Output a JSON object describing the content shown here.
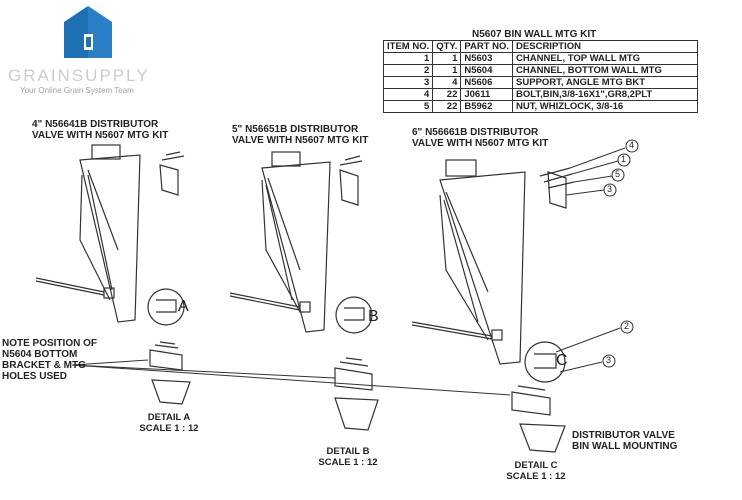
{
  "logo": {
    "brand": "GRAINSUPPLY",
    "tagline": "Your Online Grain System Team",
    "color": "#1f6fb5"
  },
  "table": {
    "title": "N5607 BIN WALL MTG KIT",
    "headers": [
      "ITEM NO.",
      "QTY.",
      "PART NO.",
      "DESCRIPTION"
    ],
    "rows": [
      [
        "1",
        "1",
        "N5603",
        "CHANNEL, TOP WALL MTG"
      ],
      [
        "2",
        "1",
        "N5604",
        "CHANNEL, BOTTOM WALL MTG"
      ],
      [
        "3",
        "4",
        "N5606",
        "SUPPORT, ANGLE MTG BKT"
      ],
      [
        "4",
        "22",
        "J0611",
        "BOLT,BIN,3/8-16X1\",GR8,2PLT"
      ],
      [
        "5",
        "22",
        "B5962",
        "NUT, WHIZLOCK, 3/8-16"
      ]
    ]
  },
  "valves": {
    "v4_line1": "4\" N56641B DISTRIBUTOR",
    "v4_line2": "VALVE WITH N5607 MTG KIT",
    "v5_line1": "5\" N56651B DISTRIBUTOR",
    "v5_line2": "VALVE WITH N5607 MTG KIT",
    "v6_line1": "6\" N56661B DISTRIBUTOR",
    "v6_line2": "VALVE WITH N5607 MTG KIT"
  },
  "note": {
    "line1": "NOTE POSITION OF",
    "line2": "N5604 BOTTOM",
    "line3": "BRACKET & MTG",
    "line4": "HOLES USED"
  },
  "details": {
    "a_title": "DETAIL A",
    "a_scale": "SCALE 1 : 12",
    "b_title": "DETAIL B",
    "b_scale": "SCALE 1 : 12",
    "c_title": "DETAIL C",
    "c_scale": "SCALE 1 : 12"
  },
  "callouts": {
    "a": "A",
    "b": "B",
    "c": "C",
    "n4": "4",
    "n1": "1",
    "n5": "5",
    "n3": "3",
    "n2": "2",
    "n3b": "3"
  },
  "mounting": {
    "line1": "DISTRIBUTOR VALVE",
    "line2": "BIN WALL MOUNTING"
  }
}
